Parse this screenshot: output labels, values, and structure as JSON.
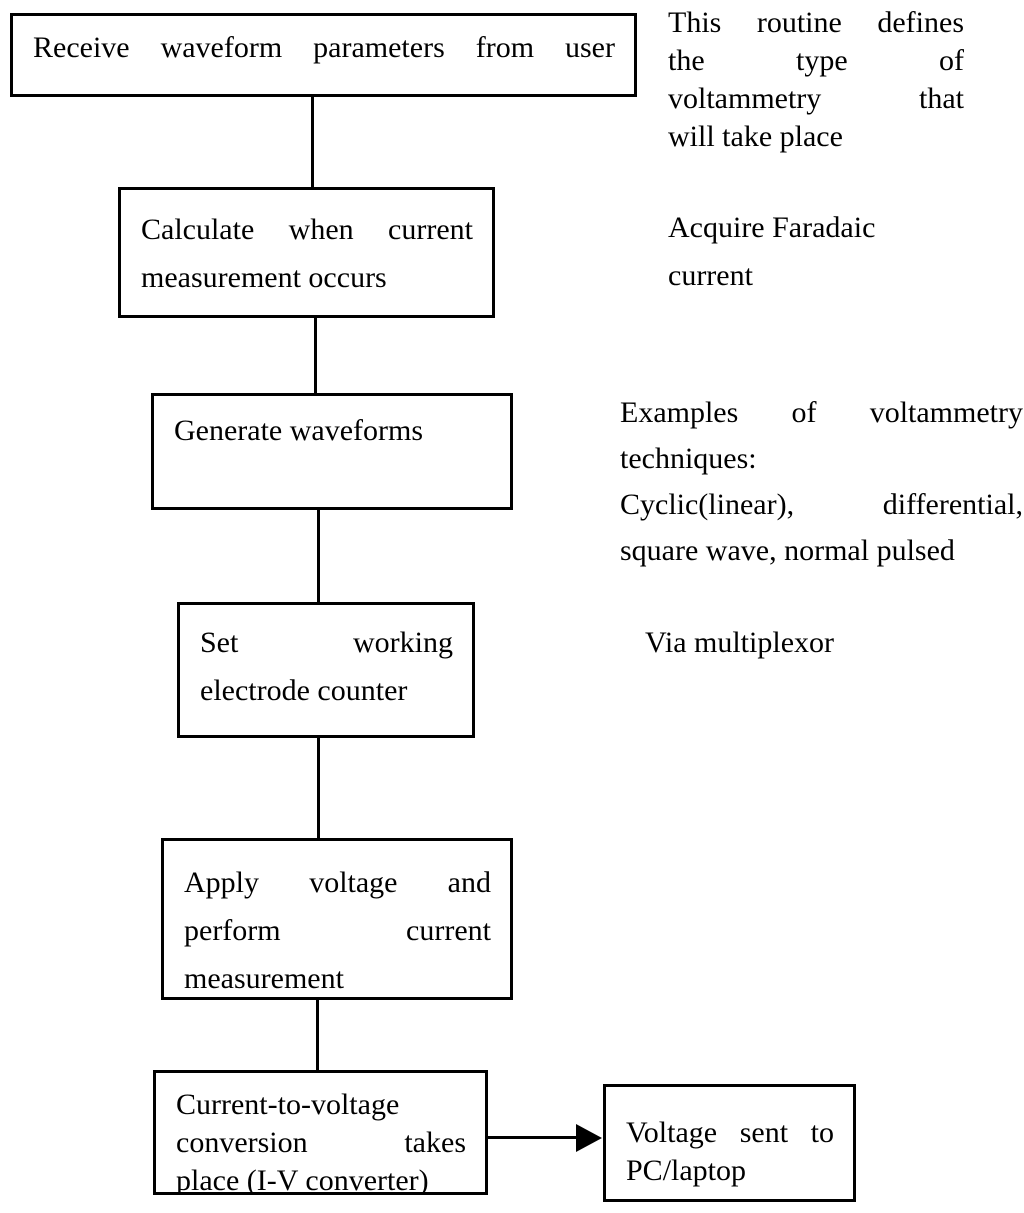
{
  "flowchart": {
    "colors": {
      "ink": "#000000",
      "background": "#ffffff"
    },
    "boxes": [
      {
        "name": "receive-params",
        "lines": [
          "Receive waveform parameters from user"
        ]
      },
      {
        "name": "calculate-measurement",
        "lines": [
          "Calculate when current",
          "measurement occurs"
        ]
      },
      {
        "name": "generate-waveforms",
        "lines": [
          "Generate waveforms"
        ]
      },
      {
        "name": "set-electrode",
        "lines": [
          "Set working",
          "electrode counter"
        ]
      },
      {
        "name": "apply-voltage",
        "lines": [
          "Apply voltage and",
          "perform current",
          "measurement"
        ]
      },
      {
        "name": "iv-conversion",
        "lines": [
          "Current-to-voltage",
          "conversion takes",
          "place (I-V converter)"
        ]
      },
      {
        "name": "voltage-to-pc",
        "lines": [
          "Voltage sent to",
          "PC/laptop"
        ]
      }
    ],
    "annotations": [
      {
        "name": "routine-note",
        "lines": [
          "This routine defines",
          "the type of",
          "voltammetry that",
          "will take place"
        ]
      },
      {
        "name": "faradaic-note",
        "lines": [
          "Acquire Faradaic",
          "current"
        ]
      },
      {
        "name": "techniques-note",
        "lines": [
          "Examples of voltammetry",
          "techniques:",
          "Cyclic(linear), differential,",
          "square wave, normal pulsed"
        ]
      },
      {
        "name": "multiplexor-note",
        "lines": [
          "Via multiplexor"
        ]
      }
    ]
  }
}
